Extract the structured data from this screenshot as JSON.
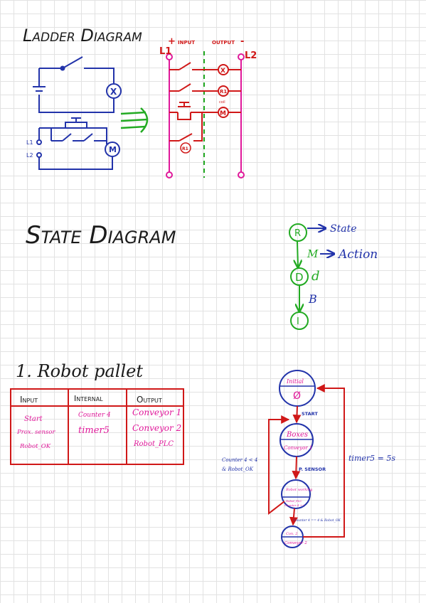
{
  "colors": {
    "black": "#1a1a1a",
    "blue": "#2233aa",
    "magenta": "#e0189a",
    "red": "#d01818",
    "green": "#22aa22"
  },
  "ladder_section": {
    "title": "Ladder Diagram",
    "l1": "L1",
    "l2": "L2",
    "plus": "+",
    "minus": "-",
    "input": "INPUT",
    "output": "OUTPUT",
    "coil_x": "X",
    "coil_r1": "R1",
    "coil_m": "M",
    "contact_r1": "R1",
    "sketch_l1": "L1",
    "sketch_l2": "L2",
    "sketch_x": "X",
    "sketch_m": "M",
    "coil_note": "coil"
  },
  "state_section": {
    "title": "State Diagram",
    "state_r": "R",
    "state_d": "D",
    "state_i": "I",
    "trans_m": "M",
    "trans_d": "d",
    "trans_b": "B",
    "legend_state": "State",
    "legend_action": "Action"
  },
  "robot_section": {
    "title": "1. Robot pallet",
    "table": {
      "headers": [
        "Input",
        "Internal",
        "Output"
      ],
      "input": [
        "Start",
        "Prox. sensor",
        "Robot_OK"
      ],
      "internal": [
        "Counter 4",
        "timer5"
      ],
      "output": [
        "Conveyor 1",
        "Conveyor 2",
        "Robot_PLC"
      ]
    },
    "states": {
      "initial_name": "Initial",
      "initial_action": "Ø",
      "boxes_name": "Boxes",
      "boxes_action": "Conveyor 1",
      "robot_name": "Robot working",
      "robot_action1": "Robot_PLC",
      "robot_action2": "Counter 4 ++",
      "conv_name": "Con. 2",
      "conv_action": "Conveyor 2"
    },
    "transitions": {
      "start": "START",
      "psensor": "P. SENSOR",
      "counter_lt_line1": "Counter 4 < 4",
      "counter_lt_line2": "& Robot_OK",
      "counter_eq": "Counter 4 == 4 & Robot_OK",
      "timer": "timer5 = 5s"
    }
  }
}
